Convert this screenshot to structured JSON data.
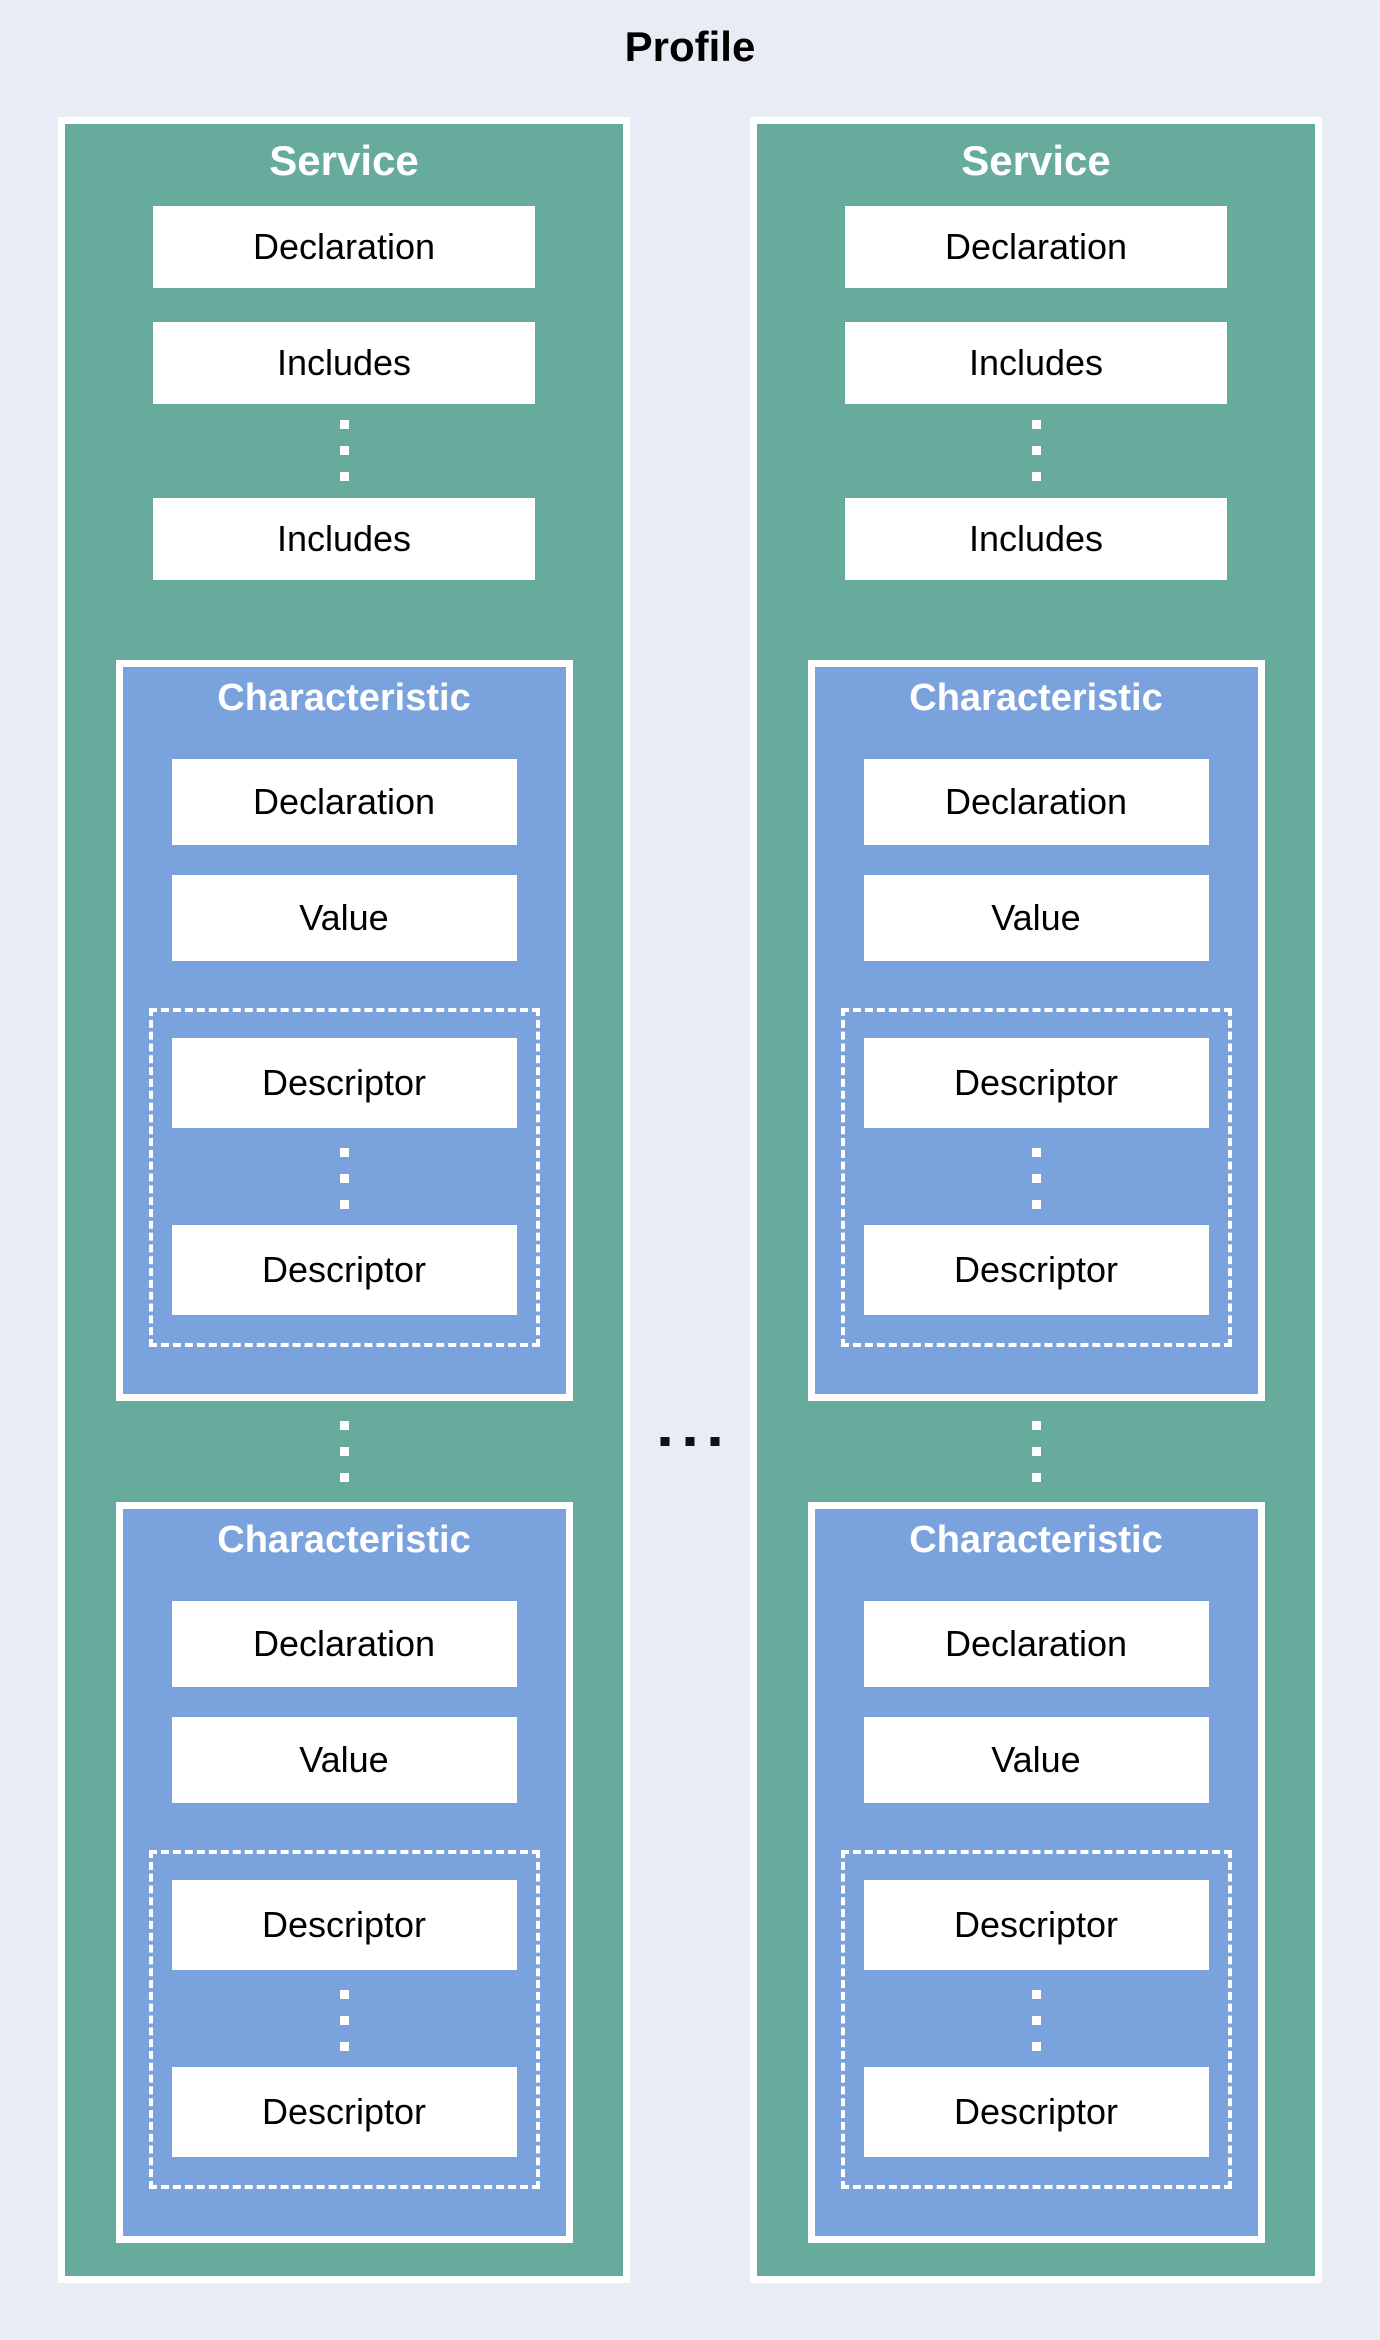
{
  "page": {
    "title": "Profile"
  },
  "colors": {
    "background": "#e8edf5",
    "service_fill": "#66ab9c",
    "characteristic_fill": "#7aa2dc",
    "box_fill": "#ffffff",
    "text_dark": "#000000",
    "text_light": "#ffffff",
    "ellipsis_dark": "#111111"
  },
  "icons": {
    "between_services": "horizontal-ellipsis",
    "between_items": "vertical-ellipsis"
  },
  "services": [
    {
      "title": "Service",
      "declaration": "Declaration",
      "includes": [
        "Includes",
        "Includes"
      ],
      "characteristics": [
        {
          "title": "Characteristic",
          "declaration": "Declaration",
          "value": "Value",
          "descriptors": [
            "Descriptor",
            "Descriptor"
          ]
        },
        {
          "title": "Characteristic",
          "declaration": "Declaration",
          "value": "Value",
          "descriptors": [
            "Descriptor",
            "Descriptor"
          ]
        }
      ]
    },
    {
      "title": "Service",
      "declaration": "Declaration",
      "includes": [
        "Includes",
        "Includes"
      ],
      "characteristics": [
        {
          "title": "Characteristic",
          "declaration": "Declaration",
          "value": "Value",
          "descriptors": [
            "Descriptor",
            "Descriptor"
          ]
        },
        {
          "title": "Characteristic",
          "declaration": "Declaration",
          "value": "Value",
          "descriptors": [
            "Descriptor",
            "Descriptor"
          ]
        }
      ]
    }
  ]
}
